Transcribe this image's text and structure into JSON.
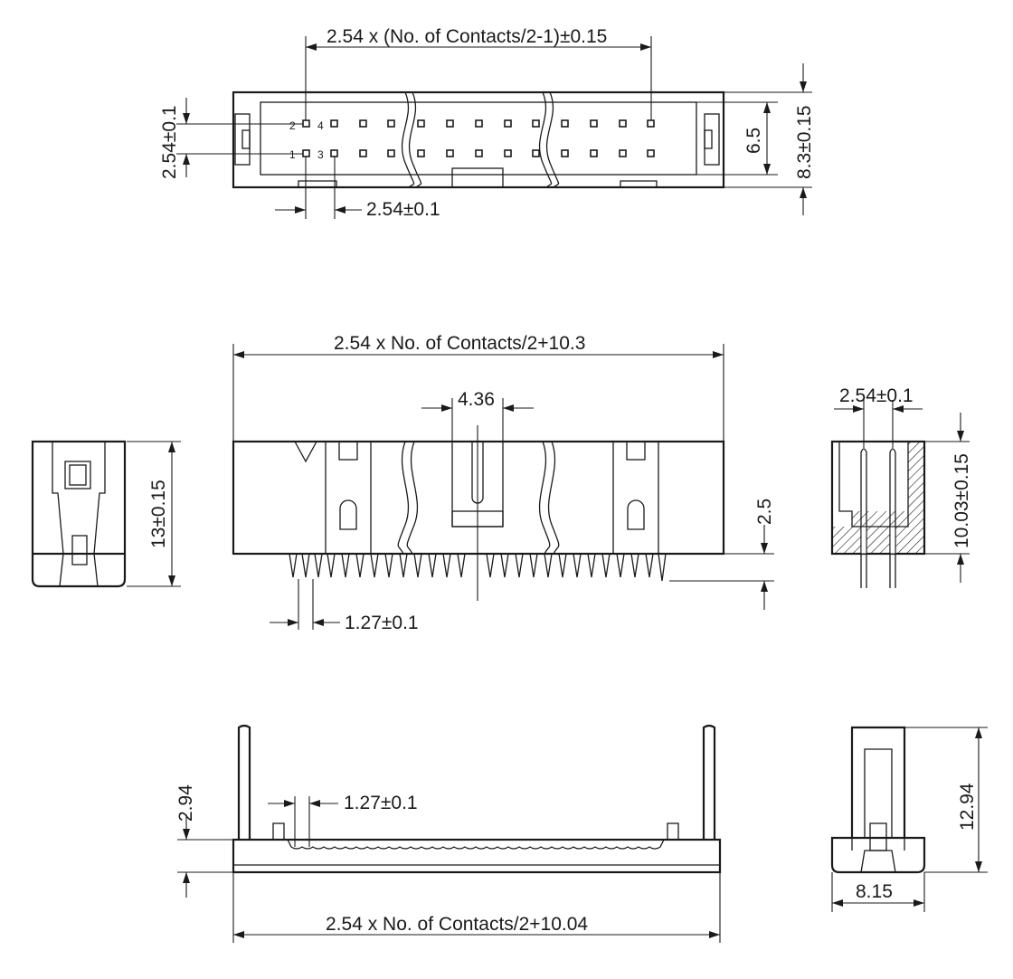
{
  "dimensions": {
    "top_pitch_span": "2.54 x (No. of Contacts/2-1)±0.15",
    "top_row_pitch": "2.54±0.1",
    "top_col_pitch": "2.54±0.1",
    "top_inner_height": "6.5",
    "top_outer_height": "8.3±0.15",
    "front_length": "2.54 x No. of Contacts/2+10.3",
    "front_key_width": "4.36",
    "front_tail": "2.5",
    "front_pin_offset": "1.27±0.1",
    "side_height": "13±0.15",
    "section_pitch": "2.54±0.1",
    "section_height": "10.03±0.15",
    "bottom_latch_height": "2.94",
    "bottom_pin_offset": "1.27±0.1",
    "bottom_length": "2.54 x No. of Contacts/2+10.04",
    "end_height": "12.94",
    "end_width": "8.15"
  },
  "pin_labels": {
    "p1": "1",
    "p2": "2",
    "p3": "3",
    "p4": "4"
  }
}
